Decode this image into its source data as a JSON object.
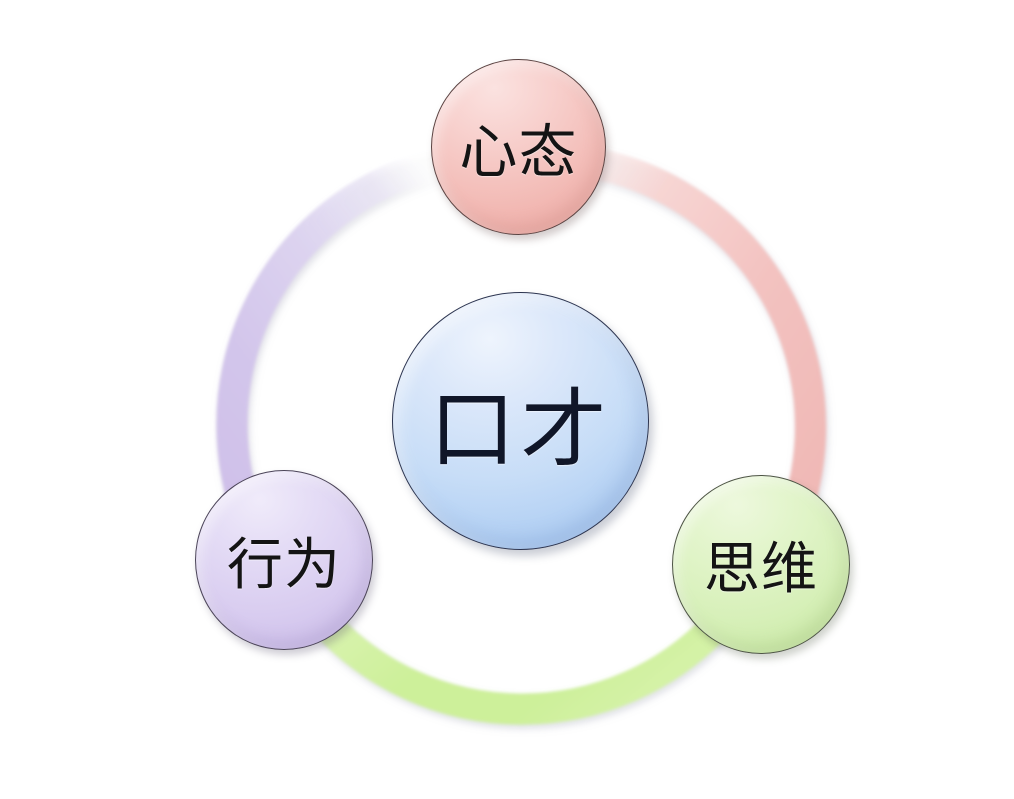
{
  "diagram": {
    "type": "cycle-diagram",
    "background_color": "#ffffff",
    "center": {
      "label": "口才",
      "color": "#bcd7f5",
      "icon": "circle-node-icon"
    },
    "nodes": [
      {
        "id": "mindset",
        "label": "心态",
        "color": "#f4bdb8",
        "position": "top"
      },
      {
        "id": "behavior",
        "label": "行为",
        "color": "#d9cdf0",
        "position": "bottom-left"
      },
      {
        "id": "thinking",
        "label": "思维",
        "color": "#d7f0b9",
        "position": "bottom-right"
      }
    ],
    "arcs": [
      {
        "id": "arc-mindset-to-behavior",
        "from": "mindset",
        "to": "behavior",
        "color": "#d3c6eb",
        "side": "left"
      },
      {
        "id": "arc-mindset-to-thinking",
        "from": "mindset",
        "to": "thinking",
        "color": "#f3c2c0",
        "side": "right"
      },
      {
        "id": "arc-behavior-to-thinking",
        "from": "behavior",
        "to": "thinking",
        "color": "#cdf09a",
        "side": "bottom"
      }
    ]
  }
}
